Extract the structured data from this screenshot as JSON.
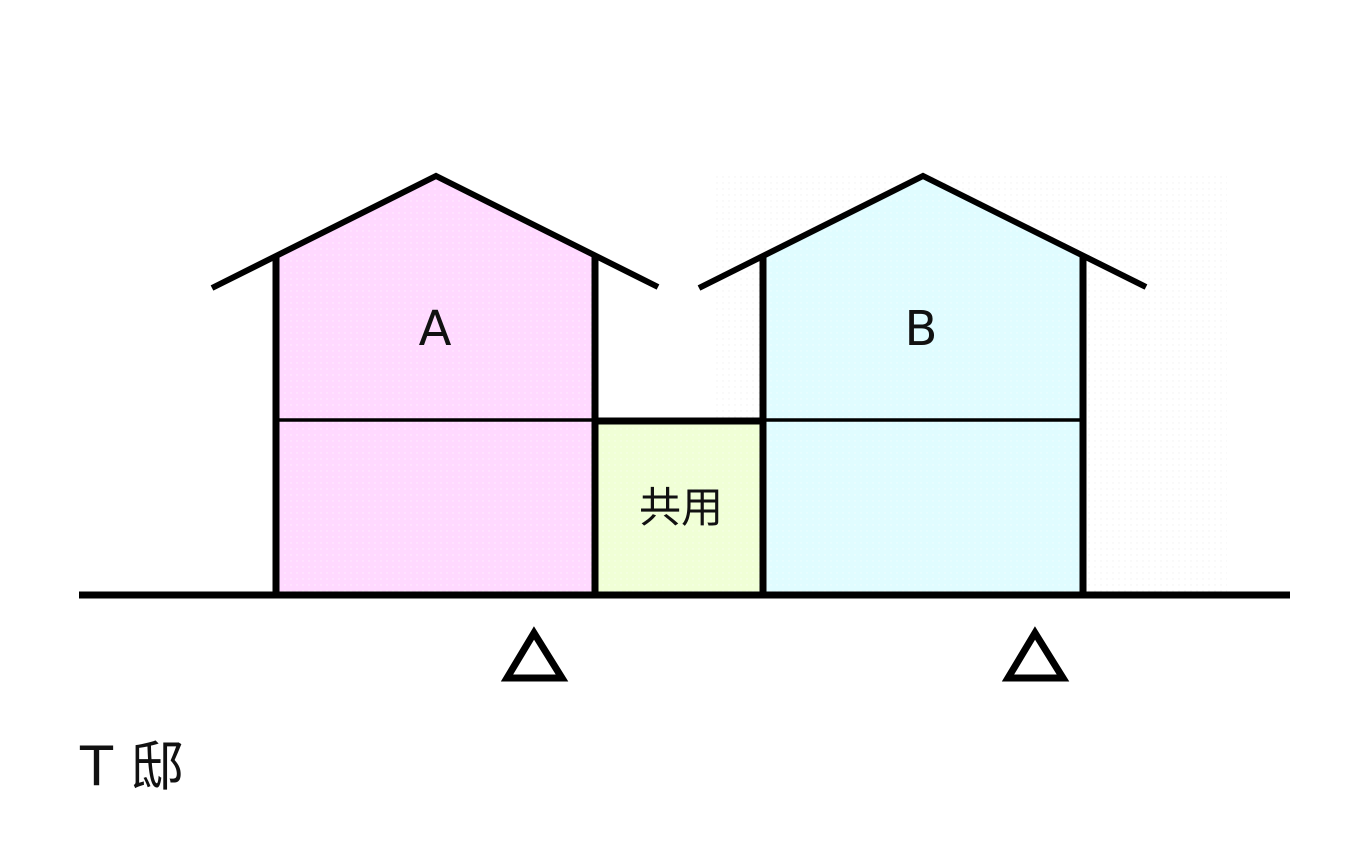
{
  "diagram": {
    "house_a": {
      "label": "A",
      "fill": "#ffd9ff"
    },
    "house_b": {
      "label": "B",
      "fill": "#e0fcff"
    },
    "shared": {
      "label": "共用",
      "fill": "#f0ffd6"
    },
    "entrance_markers": [
      {
        "symbol": "triangle"
      },
      {
        "symbol": "triangle"
      }
    ],
    "title": "T 邸",
    "colors": {
      "line": "#000000",
      "text": "#111111"
    }
  }
}
